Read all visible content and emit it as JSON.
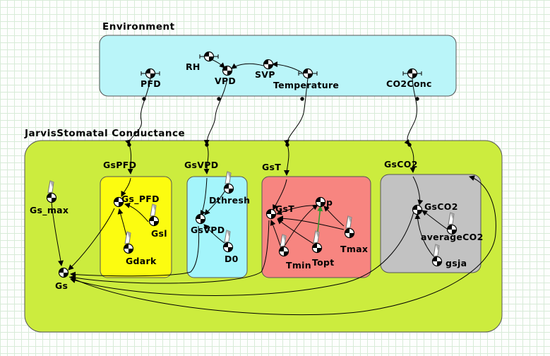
{
  "containers": {
    "environment": "Environment",
    "jarvis": "JarvisStomatal Conductance",
    "gspfd": "GsPFD",
    "gsvpd": "GsVPD",
    "gst": "GsT",
    "gsco2": "GsCO2"
  },
  "nodes": {
    "pfd": "PFD",
    "rh": "RH",
    "vpd": "VPD",
    "svp": "SVP",
    "temperature": "Temperature",
    "co2conc": "CO2Conc",
    "gs_max": "Gs_max",
    "gs": "Gs",
    "gs_pfd": "Gs_PFD",
    "gsl": "Gsl",
    "gdark": "Gdark",
    "dthresh": "Dthresh",
    "gsvpd_var": "GsVPD",
    "d0": "D0",
    "gst_var": "GsT",
    "p": "p",
    "tmax": "Tmax",
    "tmin": "Tmin",
    "topt": "Topt",
    "gsco2_var": "GsCO2",
    "averageco2": "averageCO2",
    "gsja": "gsja"
  },
  "colors": {
    "environment_fill": "#baf5f9",
    "jarvis_fill": "#ccec3e",
    "gspfd_fill": "#fcfc10",
    "gsvpd_fill": "#a4f5fb",
    "gst_fill": "#f78580",
    "gsco2_fill": "#c2c2c2",
    "arrow": "#000000",
    "green_link": "#2f9a2f"
  }
}
